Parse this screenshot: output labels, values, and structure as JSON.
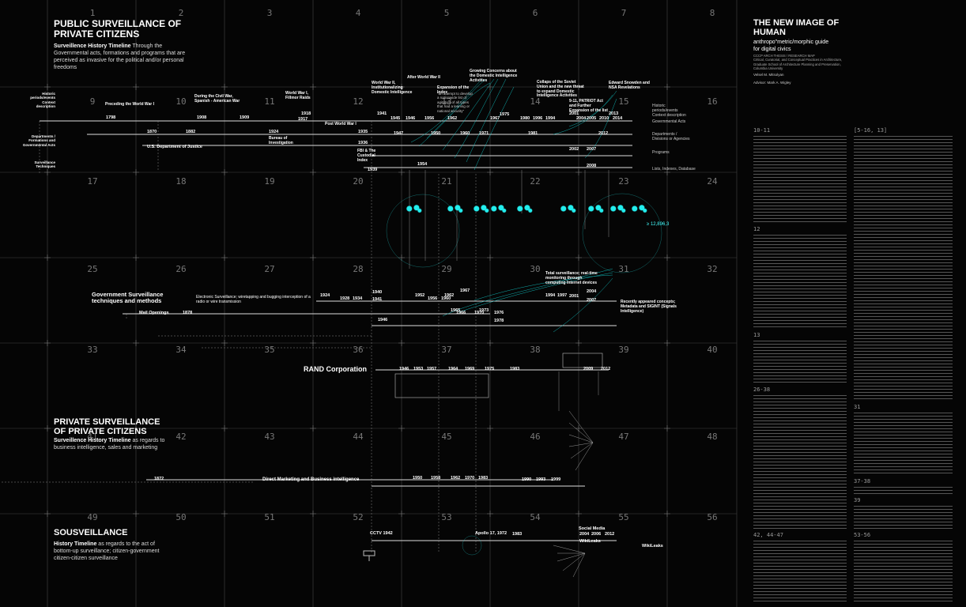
{
  "grid": {
    "cells": [
      "1",
      "2",
      "3",
      "4",
      "5",
      "6",
      "7",
      "8",
      "9",
      "10",
      "11",
      "12",
      "13",
      "14",
      "15",
      "16",
      "17",
      "18",
      "19",
      "20",
      "21",
      "22",
      "23",
      "24",
      "25",
      "26",
      "27",
      "28",
      "29",
      "30",
      "31",
      "32",
      "33",
      "34",
      "35",
      "36",
      "37",
      "38",
      "39",
      "40",
      "41",
      "42",
      "43",
      "44",
      "45",
      "46",
      "47",
      "48",
      "49",
      "50",
      "51",
      "52",
      "53",
      "54",
      "55",
      "56"
    ]
  },
  "public": {
    "title_line1": "PUBLIC SURVEILLANCE OF",
    "title_line2": "PRIVATE CITIZENS",
    "timeline_label": "Surveillence History Timeline",
    "timeline_desc": "Through the Governmental acts, formations and programs that are perceived as invasive for the political and/or personal freedoms"
  },
  "right_panel": {
    "title_line1": "THE NEW IMAGE OF",
    "title_line2": "HUMAN",
    "subtitle_line1": "anthropo\"metric/morphic guide",
    "subtitle_line2": "for digital civics",
    "meta_line1": "CCCP ARCH THESIS / RESEARCH MAP",
    "meta_line2": "Critical, Curatorial, and Conceptual Practices in Architecture,",
    "meta_line3": "Graduate School of Architecture Planning and Preservation,",
    "meta_line4": "Columbia University",
    "author": "Velsel M. Mitsolyan",
    "advisor": "Advisor: Mark A. Wigley"
  },
  "legend_left": {
    "historic": "Historic periods/events Context description",
    "departments": "Departments / Formations and Governmental Acts",
    "techniques": "Surveillance Techniques"
  },
  "legend_right": {
    "historic": "Historic periods/events Context description",
    "acts": "Governmental Acts",
    "departments": "Departments / Divisions or Agencies",
    "programs": "Programs",
    "lists": "Lists, Indexes, Database"
  },
  "eras": {
    "pre_ww1": "Preceding the World War I",
    "civil_war": "During the Civil War, Spanish - American War",
    "ww1": "World War I, Fillmor Raids",
    "post_ww1": "Post World War I",
    "ww2": "World War II, Institutionalizing Domestic Intelligence",
    "after_ww2": "After World War II",
    "index": "Expansion of the Index",
    "index_quote": "\"an attempt to develop a nationwide list of agitators of all types that had a leaning or national security\"",
    "concerns": "Growing Concerns about the Domestic Intelligence Activities",
    "collapse": "Collaps of the Soviet Union and the new threat to expand Domestic Intelligence Activities",
    "patriot": "9-11, PATRIOT Act and Further Expansion of the list",
    "snowden": "Edward Snowden and NSA Revelations"
  },
  "depts": {
    "justice": "U.S. Department of Justice",
    "bureau": "Bureau of Investigation",
    "fbi": "FBI & The Custodial Index"
  },
  "years_top": [
    "1798",
    "1870",
    "1882",
    "1908",
    "1909",
    "1917",
    "1918",
    "1924",
    "1935",
    "1936",
    "1939",
    "1941",
    "1945",
    "1946",
    "1947",
    "1950",
    "1954",
    "1956",
    "1960",
    "1962",
    "1967",
    "1971",
    "1975",
    "1980",
    "1981",
    "1994",
    "1996",
    "2001",
    "2002",
    "2004",
    "2005",
    "2007",
    "2008",
    "2010",
    "2012",
    "2013",
    "2014"
  ],
  "count": "≥ 12,896,3",
  "gov_techniques": {
    "title": "Government Surveillance techniques and methods",
    "electronic": "Electronic Surveillance; wiretapping and bugging interception of a radio or wire transmission",
    "mail": "Mail Openings",
    "mail_year": "1878",
    "total": "Total surveillance; real-time monitoring through computing Internet devices",
    "metadata": "Recently appeared concepts; Metadata and SIGINT (Signals Intelligence)"
  },
  "years_mid": [
    "1924",
    "1928",
    "1934",
    "1940",
    "1941",
    "1946",
    "1952",
    "1956",
    "1960",
    "1962",
    "1965",
    "1966",
    "1967",
    "1970",
    "1973",
    "1976",
    "1978",
    "1994",
    "1997",
    "2001",
    "2004",
    "2007"
  ],
  "rand": {
    "title": "RAND Corporation",
    "years": [
      "1946",
      "1953",
      "1957",
      "1964",
      "1969",
      "1975",
      "1983",
      "2009",
      "2012"
    ]
  },
  "private": {
    "title_line1": "PRIVATE SURVEILLANCE",
    "title_line2": "OF PRIVATE CITIZENS",
    "timeline_label": "Surveillence History Timeline",
    "timeline_desc": "as regards to business intelligence, sales and marketing",
    "direct_marketing": "Direct Marketing and Business intelligence",
    "years": [
      "1872",
      "1950",
      "1958",
      "1962",
      "1970",
      "1983",
      "1990",
      "1993",
      "1999"
    ]
  },
  "sous": {
    "title": "SOUSVEILLANCE",
    "timeline_label": "History Timeline",
    "timeline_desc": "as regards to the act of bottom-up surveillance; citizen-government citizen-citizen surveillance",
    "cctv": "CCTV 1942",
    "apollo": "Apollo 17, 1972",
    "social": "Social Media",
    "wikileaks": "WikiLeaks",
    "years": [
      "1983",
      "2004",
      "2006",
      "2012"
    ]
  },
  "refs": {
    "h1": "10-11",
    "h2": "12",
    "h3": "13",
    "h4": "26-38",
    "h5": "42, 44-47",
    "h6": "[5-16, 13]",
    "h7": "31",
    "h8": "37-38",
    "h9": "39",
    "h10": "53-56"
  }
}
